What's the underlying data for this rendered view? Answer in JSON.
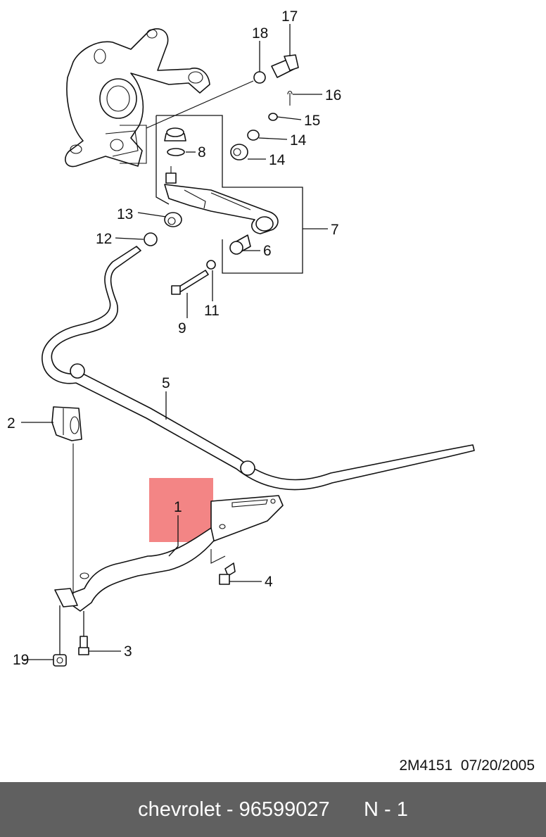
{
  "diagram": {
    "callouts": [
      "1",
      "2",
      "3",
      "4",
      "5",
      "6",
      "7",
      "8",
      "9",
      "11",
      "12",
      "13",
      "14",
      "14",
      "15",
      "16",
      "17",
      "18",
      "19"
    ],
    "highlight_color": "#f38585"
  },
  "reference": {
    "code": "2M4151",
    "date": "07/20/2005"
  },
  "footer": {
    "brand": "chevrolet",
    "separator": " - ",
    "part_number": "96599027",
    "position": "N - 1"
  }
}
